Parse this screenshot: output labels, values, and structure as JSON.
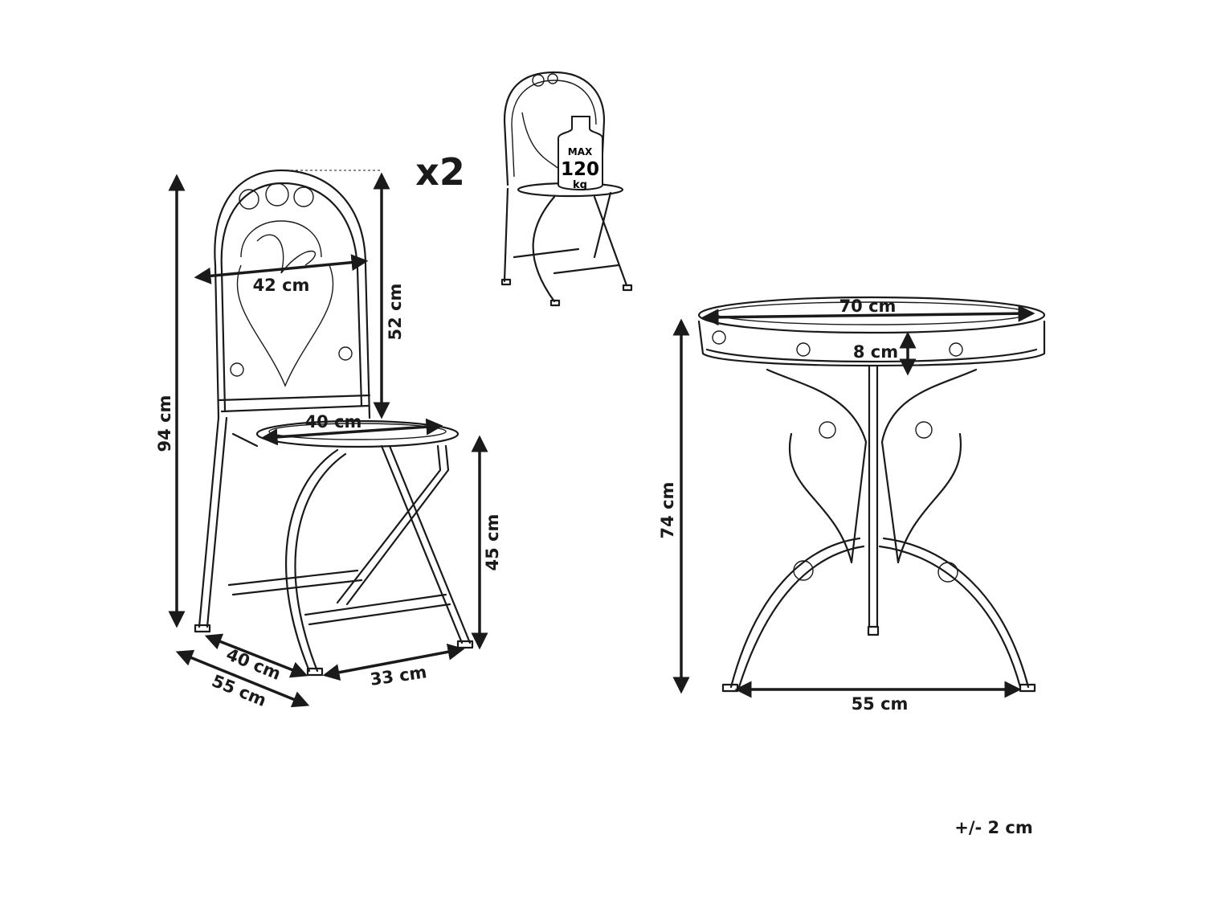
{
  "chair": {
    "height_total": "94 cm",
    "back_height": "52 cm",
    "back_width": "42 cm",
    "seat_width": "40 cm",
    "seat_height": "45 cm",
    "depth_seat": "40 cm",
    "depth_total": "55 cm",
    "width_base": "33 cm",
    "quantity": "x2"
  },
  "load_badge": {
    "line1": "MAX",
    "line2": "120",
    "line3": "kg"
  },
  "table": {
    "diameter": "70 cm",
    "apron_height": "8 cm",
    "height": "74 cm",
    "base_width": "55 cm"
  },
  "tolerance": "+/- 2 cm"
}
